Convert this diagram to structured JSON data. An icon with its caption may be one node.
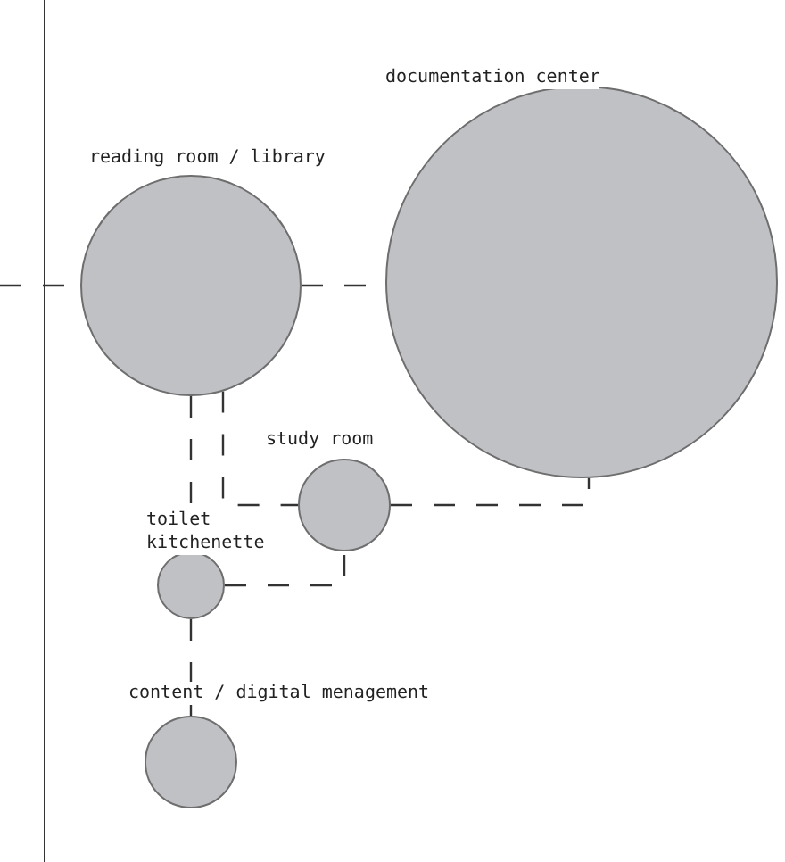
{
  "diagram": {
    "nodes": [
      {
        "text": [],
        "shape": "circle",
        "beside": [
          "reading room / library"
        ]
      },
      {
        "text": [],
        "shape": "circle",
        "beside": [
          "documentation center"
        ]
      },
      {
        "text": [],
        "shape": "circle",
        "beside": [
          "study room"
        ]
      },
      {
        "text": [],
        "shape": "circle",
        "beside": [
          "toilet kitchenette"
        ]
      },
      {
        "text": [],
        "shape": "circle",
        "beside": [
          "content / digital menagement"
        ]
      }
    ],
    "edges": [
      {
        "from": null,
        "to": 0,
        "arrow": "none",
        "style": "dashed"
      },
      {
        "from": 0,
        "to": 1,
        "arrow": "none",
        "style": "dashed"
      },
      {
        "from": 0,
        "to": 3,
        "arrow": "none",
        "style": "dashed"
      },
      {
        "from": 3,
        "to": 4,
        "arrow": "none",
        "style": "dashed"
      },
      {
        "from": 0,
        "to": 2,
        "arrow": "none",
        "style": "dashed"
      },
      {
        "from": 2,
        "to": 1,
        "arrow": "none",
        "style": "dashed"
      },
      {
        "from": 3,
        "to": 2,
        "arrow": "none",
        "style": "dashed"
      }
    ]
  }
}
